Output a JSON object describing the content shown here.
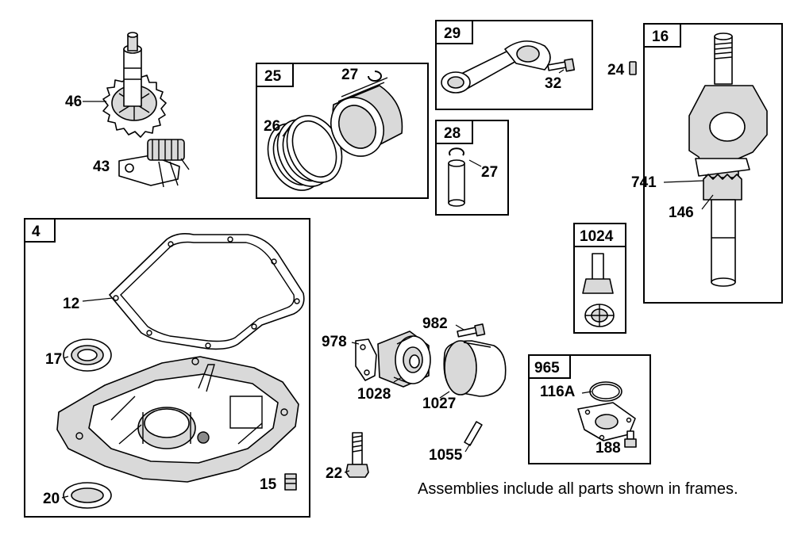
{
  "frames": {
    "f4": "4",
    "f25": "25",
    "f29": "29",
    "f28": "28",
    "f16": "16",
    "f1024": "1024",
    "f965": "965"
  },
  "parts": {
    "p46": "46",
    "p43": "43",
    "p27a": "27",
    "p26": "26",
    "p32": "32",
    "p24": "24",
    "p27b": "27",
    "p741": "741",
    "p146": "146",
    "p12": "12",
    "p17": "17",
    "p20": "20",
    "p15": "15",
    "p978": "978",
    "p982": "982",
    "p1028": "1028",
    "p1027": "1027",
    "p22": "22",
    "p1055": "1055",
    "p116a": "116A",
    "p188": "188"
  },
  "note": "Assemblies include all parts shown in frames."
}
